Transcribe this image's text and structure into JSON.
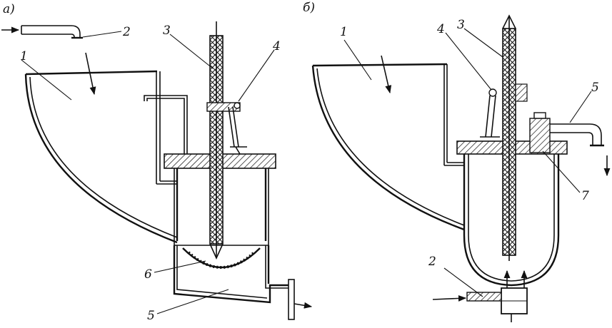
{
  "panel_a": {
    "label": "а)",
    "callouts": [
      "1",
      "2",
      "3",
      "4",
      "5",
      "6"
    ]
  },
  "panel_b": {
    "label": "б)",
    "callouts": [
      "1",
      "2",
      "3",
      "4",
      "5",
      "7"
    ]
  }
}
